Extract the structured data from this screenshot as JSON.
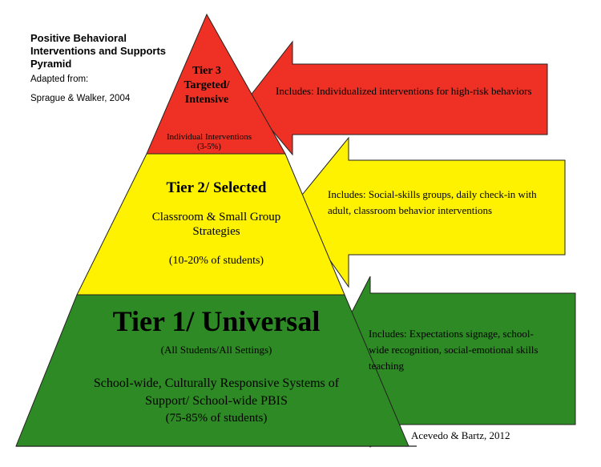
{
  "caption": {
    "title": "Positive Behavioral Interventions and Supports Pyramid",
    "adapted": "Adapted from:",
    "source": "Sprague & Walker, 2004"
  },
  "tier3": {
    "title": "Tier 3 Targeted/ Intensive",
    "detail": "Individual Interventions",
    "percent": "(3-5%)",
    "includes": "Includes: Individualized interventions for high-risk behaviors",
    "color": "#ee3124"
  },
  "tier2": {
    "title": "Tier 2/ Selected",
    "detail": "Classroom & Small Group Strategies",
    "percent": "(10-20% of students)",
    "includes": "Includes: Social-skills groups, daily check-in with adult, classroom behavior interventions",
    "color": "#fef200"
  },
  "tier1": {
    "title": "Tier 1/ Universal",
    "scope": "(All Students/All Settings)",
    "detail": "School-wide, Culturally Responsive Systems of Support/ School-wide PBIS",
    "percent": "(75-85% of students)",
    "includes": "Includes: Expectations signage, school-wide recognition, social-emotional skills teaching",
    "color": "#2e8a24"
  },
  "credit": "Acevedo & Bartz, 2012"
}
